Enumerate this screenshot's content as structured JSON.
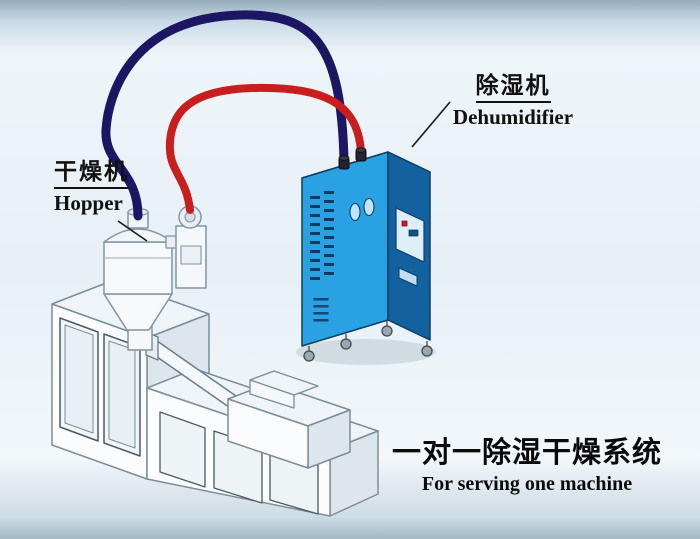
{
  "diagram": {
    "caption": {
      "cn": "一对一除湿干燥系统",
      "en": "For serving one machine"
    },
    "labels": {
      "hopper": {
        "cn": "干燥机",
        "en": "Hopper"
      },
      "dehumidifier": {
        "cn": "除湿机",
        "en": "Dehumidifier"
      }
    },
    "equipment": [
      "hopper-dryer",
      "extruder-machine",
      "dehumidifier-cabinet",
      "air-pipes"
    ],
    "colors": {
      "pipe_red": "#c81e1e",
      "pipe_navy": "#1d1663",
      "cabinet_front": "#2aa1e2",
      "cabinet_side": "#13619f",
      "cabinet_top": "#7ec9ef",
      "machine_outline": "#7c8d99",
      "background_top": "#96adbc"
    }
  }
}
